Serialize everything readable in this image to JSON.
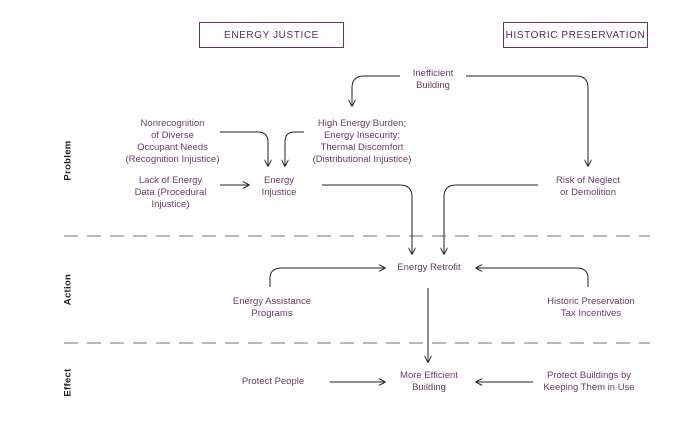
{
  "headers": {
    "left": "ENERGY JUSTICE",
    "right": "HISTORIC PRESERVATION"
  },
  "rows": {
    "problem": "Problem",
    "action": "Action",
    "effect": "Effect"
  },
  "nodes": {
    "inefficient_building": [
      "Inefficient",
      "Building"
    ],
    "nonrecognition": [
      "Nonrecognition",
      "of Diverse",
      "Occupant Needs",
      "(Recognition Injustice)"
    ],
    "high_energy_burden": [
      "High Energy Burden;",
      "Energy Insecurity;",
      "Thermal Discomfort",
      "(Distributional Injustice)"
    ],
    "lack_of_data": [
      "Lack of Energy",
      "Data (Procedural",
      "Injustice)"
    ],
    "energy_injustice": [
      "Energy",
      "Injustice"
    ],
    "risk_of_neglect": [
      "Risk of Neglect",
      "or Demolition"
    ],
    "energy_retrofit": [
      "Energy Retrofit"
    ],
    "energy_assistance": [
      "Energy Assistance",
      "Programs"
    ],
    "historic_tax": [
      "Historic Preservation",
      "Tax Incentives"
    ],
    "protect_people": [
      "Protect People"
    ],
    "more_efficient": [
      "More Efficient",
      "Building"
    ],
    "protect_buildings": [
      "Protect Buildings by",
      "Keeping Them in Use"
    ]
  },
  "colors": {
    "accent": "#6b2f6b",
    "text": "#6b3a6b",
    "line": "#222222",
    "divider": "#8a8aa0"
  }
}
